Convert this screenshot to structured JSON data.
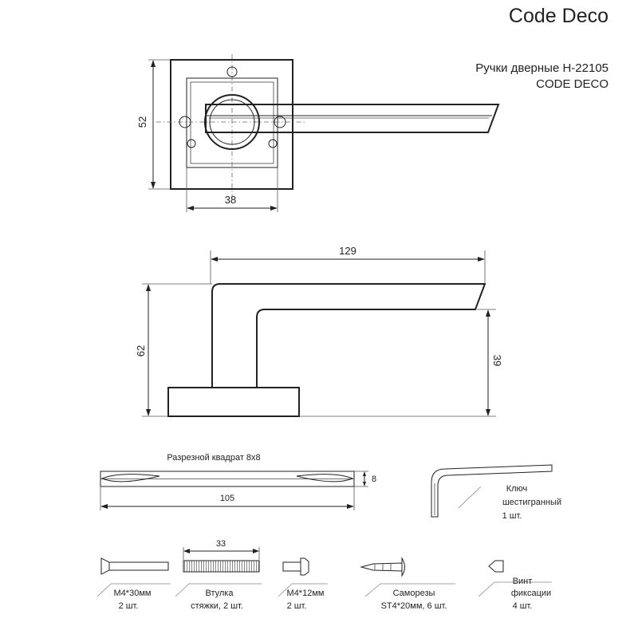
{
  "brand": "Code Deco",
  "title_line1": "Ручки дверные H-22105",
  "title_line2": "CODE DECO",
  "dimensions": {
    "rosette_height": "52",
    "rosette_width": "38",
    "handle_length": "129",
    "handle_height": "62",
    "lever_offset": "39",
    "spindle_length": "105",
    "spindle_thickness": "8",
    "sleeve_length": "33"
  },
  "labels": {
    "spindle": "Разрезной квадрат 8х8",
    "hex_key_line1": "Ключ",
    "hex_key_line2": "шестигранный",
    "hex_key_line3": "1 шт.",
    "bolt30_line1": "M4*30мм",
    "bolt30_line2": "2 шт.",
    "sleeve_line1": "Втулка",
    "sleeve_line2": "стяжки, 2 шт.",
    "bolt12_line1": "M4*12мм",
    "bolt12_line2": "2 шт.",
    "screws_line1": "Саморезы",
    "screws_line2": "ST4*20мм, 6 шт.",
    "setscrew_line1": "Винт",
    "setscrew_line2": "фиксации",
    "setscrew_line3": "4 шт."
  }
}
